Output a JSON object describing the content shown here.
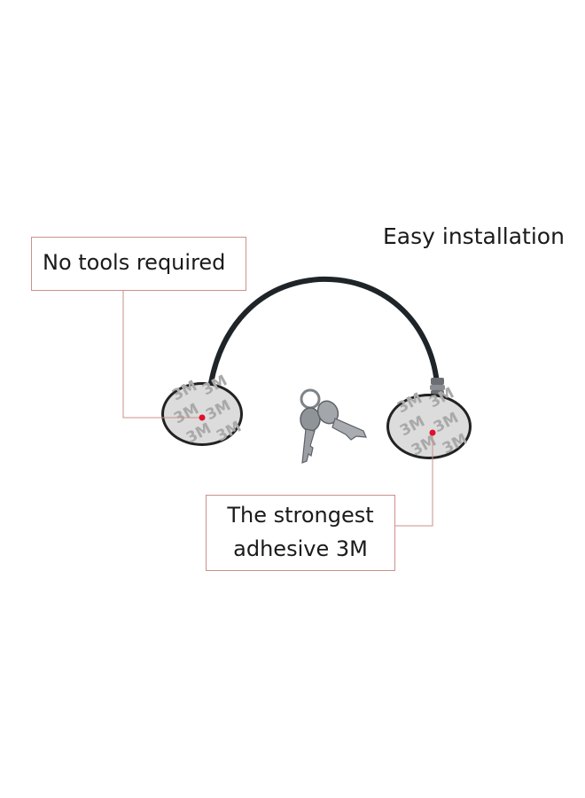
{
  "captions": {
    "easy_installation": "Easy installation",
    "no_tools": "No tools required",
    "adhesive_line1": "The strongest",
    "adhesive_line2": "adhesive 3M"
  },
  "pad_print": "3M",
  "colors": {
    "background": "#ffffff",
    "cable": "#1f2428",
    "pad_fill": "#d9d9d9",
    "pad_print": "#a6a6a6",
    "callout_line": "#c9928a",
    "marker_dot": "#e0102a",
    "key_metal": "#8f9499"
  }
}
